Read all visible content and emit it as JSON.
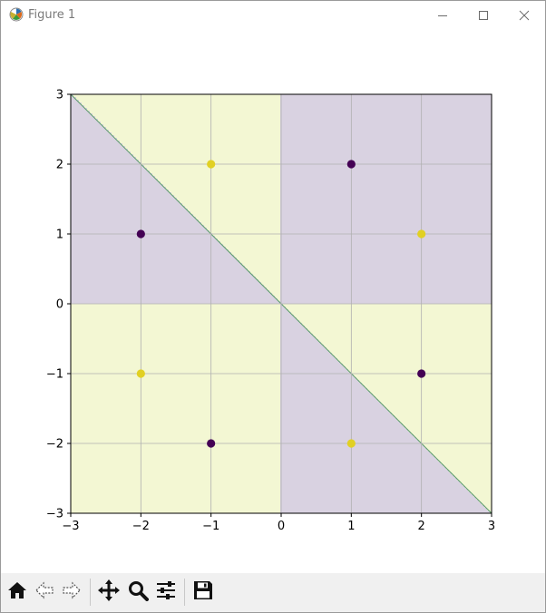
{
  "window": {
    "title": "Figure 1",
    "controls": {
      "minimize": "minimize-icon",
      "maximize": "maximize-icon",
      "close": "close-icon"
    }
  },
  "toolbar": {
    "buttons": [
      {
        "name": "home",
        "icon": "home-icon"
      },
      {
        "name": "back",
        "icon": "back-arrow-icon"
      },
      {
        "name": "forward",
        "icon": "forward-arrow-icon"
      },
      {
        "name": "pan",
        "icon": "pan-move-icon"
      },
      {
        "name": "zoom",
        "icon": "zoom-magnifier-icon"
      },
      {
        "name": "configure-subplots",
        "icon": "sliders-icon"
      },
      {
        "name": "save",
        "icon": "floppy-save-icon"
      }
    ],
    "message": ""
  },
  "chart_data": {
    "type": "scatter",
    "title": "",
    "xlabel": "",
    "ylabel": "",
    "xlim": [
      -3,
      3
    ],
    "ylim": [
      -3,
      3
    ],
    "xticks": [
      -3,
      -2,
      -1,
      0,
      1,
      2,
      3
    ],
    "yticks": [
      -3,
      -2,
      -1,
      0,
      1,
      2,
      3
    ],
    "grid": true,
    "colors": {
      "class0_point": "#440154",
      "class1_point": "#e1d023",
      "region0_fill": "#d9d2e1",
      "region1_fill": "#f3f7d3",
      "boundary": "#5a9a6a"
    },
    "decision_function": "x*y*(x+y)",
    "series": [
      {
        "class": 0,
        "points": [
          [
            -2,
            1
          ],
          [
            -1,
            -2
          ],
          [
            1,
            2
          ],
          [
            2,
            -1
          ]
        ]
      },
      {
        "class": 1,
        "points": [
          [
            -2,
            -1
          ],
          [
            -1,
            2
          ],
          [
            1,
            -2
          ],
          [
            2,
            1
          ]
        ]
      }
    ]
  }
}
